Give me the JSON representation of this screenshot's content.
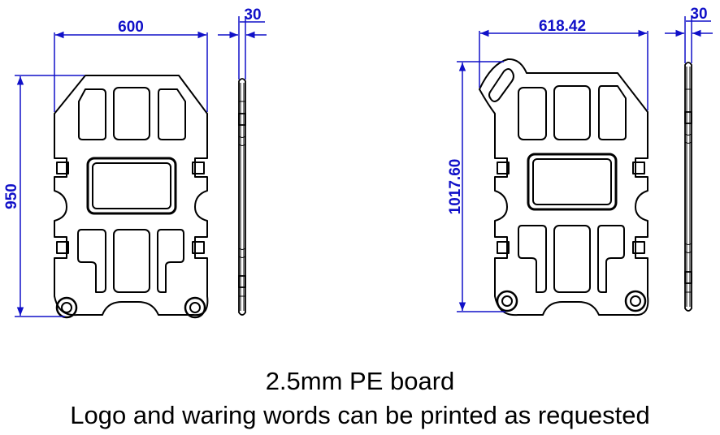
{
  "colors": {
    "outline": "#000000",
    "dimension": "#1010c8",
    "background": "#ffffff"
  },
  "views": {
    "left": {
      "width_label": "600",
      "height_label": "950",
      "thickness_label": "30"
    },
    "right": {
      "width_label": "618.42",
      "height_label": "1017.60",
      "thickness_label": "30"
    }
  },
  "caption": {
    "line1": "2.5mm PE board",
    "line2": "Logo and waring words can be printed as requested"
  }
}
